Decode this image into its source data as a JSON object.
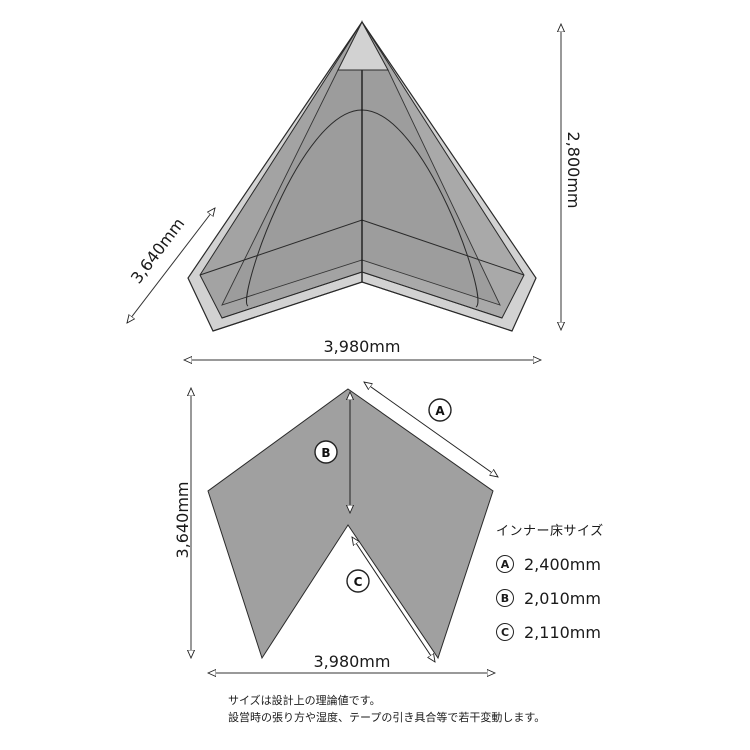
{
  "tent_view": {
    "width_label": "3,980mm",
    "depth_label": "3,640mm",
    "height_label": "2,800mm",
    "colors": {
      "body": "#a3a3a3",
      "body_light": "#d2d2d2",
      "line": "#2a2a2a"
    }
  },
  "floor_view": {
    "width_label": "3,980mm",
    "depth_label": "3,640mm",
    "markers": [
      "A",
      "B",
      "C"
    ],
    "colors": {
      "floor": "#a0a0a0",
      "line": "#2a2a2a"
    }
  },
  "legend": {
    "title": "インナー床サイズ",
    "items": [
      {
        "key": "A",
        "value": "2,400mm"
      },
      {
        "key": "B",
        "value": "2,010mm"
      },
      {
        "key": "C",
        "value": "2,110mm"
      }
    ]
  },
  "notes": [
    "サイズは設計上の理論値です。",
    "設営時の張り方や湿度、テープの引き具合等で若干変動します。"
  ]
}
